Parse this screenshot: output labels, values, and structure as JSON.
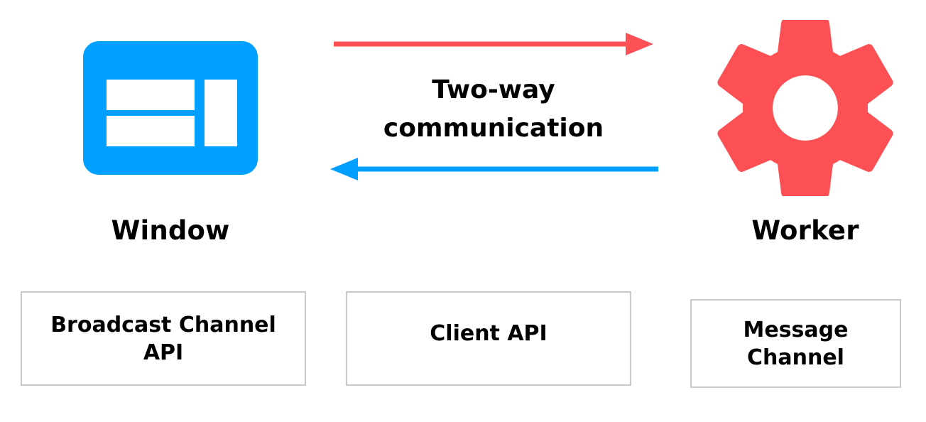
{
  "diagram": {
    "title": "Two-way communication between Window and Worker",
    "background_color": "#ffffff",
    "nodes": [
      {
        "id": "window",
        "icon": "window-icon",
        "label": "Window",
        "color": "#019fff"
      },
      {
        "id": "worker",
        "icon": "gear-icon",
        "label": "Worker",
        "color": "#fc5055"
      }
    ],
    "connector": {
      "label_line1": "Two-way",
      "label_line2": "communication",
      "label_color": "#000000",
      "arrows": [
        {
          "id": "window-to-worker",
          "direction": "right",
          "color": "#fc5055",
          "name": "arrow-right-red"
        },
        {
          "id": "worker-to-window",
          "direction": "left",
          "color": "#019fff",
          "name": "arrow-left-blue"
        }
      ]
    },
    "api_boxes": [
      {
        "id": "broadcast-channel-api",
        "line1": "Broadcast Channel",
        "line2": "API",
        "border_color": "#c9c9c9"
      },
      {
        "id": "client-api",
        "line1": "Client API",
        "line2": "",
        "border_color": "#c9c9c9"
      },
      {
        "id": "message-channel",
        "line1": "Message",
        "line2": "Channel",
        "border_color": "#c9c9c9"
      }
    ]
  }
}
